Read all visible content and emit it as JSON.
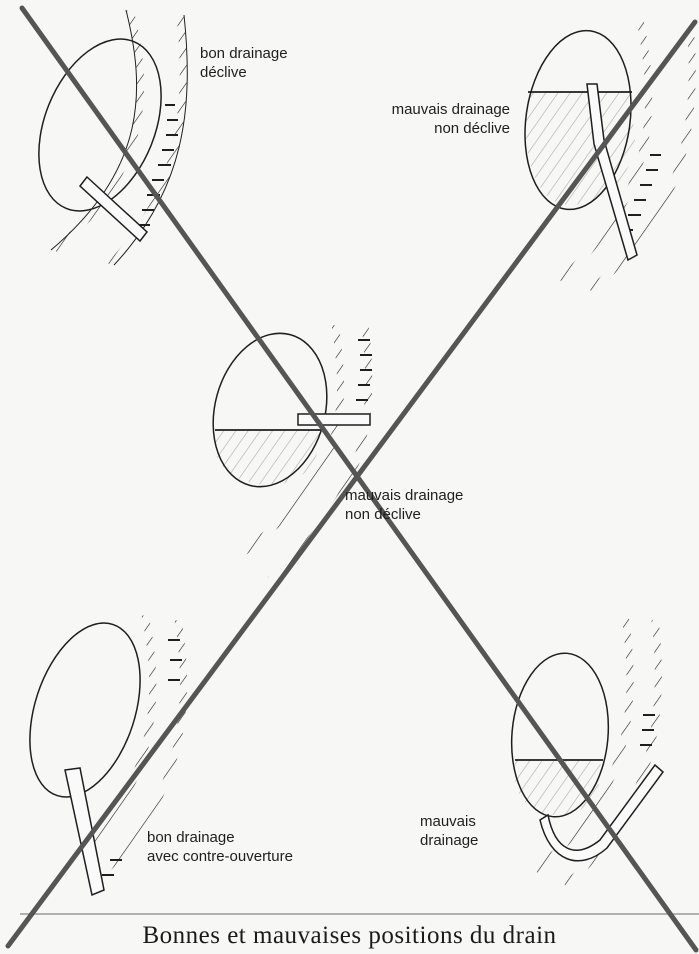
{
  "labels": {
    "fig1": {
      "line1": "bon drainage",
      "line2": "déclive"
    },
    "fig2": {
      "line1": "mauvais drainage",
      "line2": "non déclive"
    },
    "fig3": {
      "line1": "mauvais drainage",
      "line2": "non déclive"
    },
    "fig4": {
      "line1": "bon drainage",
      "line2": "avec contre-ouverture"
    },
    "fig5": {
      "line1": "mauvais",
      "line2": "drainage"
    }
  },
  "caption": "Bonnes et mauvaises positions du drain",
  "colors": {
    "ink": "#1e1e1e",
    "cross": "#555555",
    "paper": "#f7f7f5"
  }
}
